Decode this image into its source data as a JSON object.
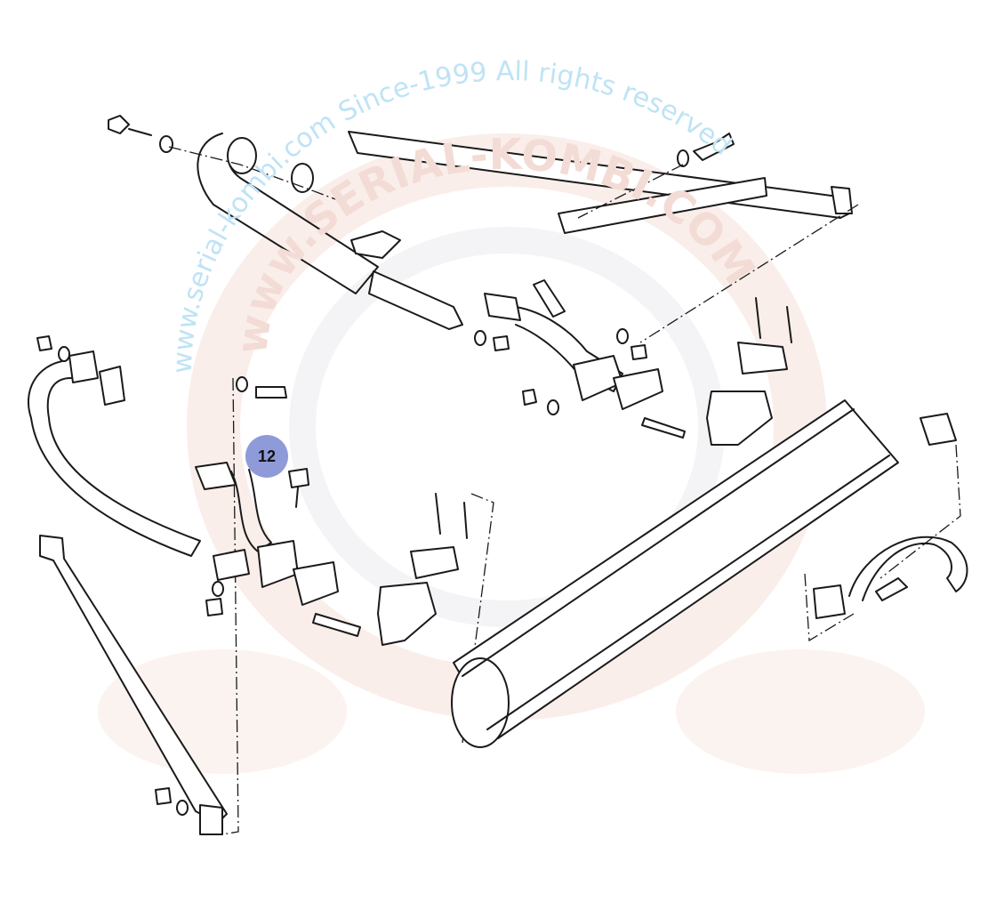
{
  "diagram": {
    "title": "Exhaust system exploded parts diagram",
    "callouts": [
      {
        "label": "12"
      }
    ]
  },
  "watermark": {
    "arc_text": "www.serial-kombi.com   Since-1999 All rights reserved",
    "logo_text": "www.SERIAL-KOMBI.COM"
  },
  "colors": {
    "callout": "#8f9ad8",
    "watermark_blue": "#bfe3f5",
    "watermark_red": "#f6e6e2"
  }
}
